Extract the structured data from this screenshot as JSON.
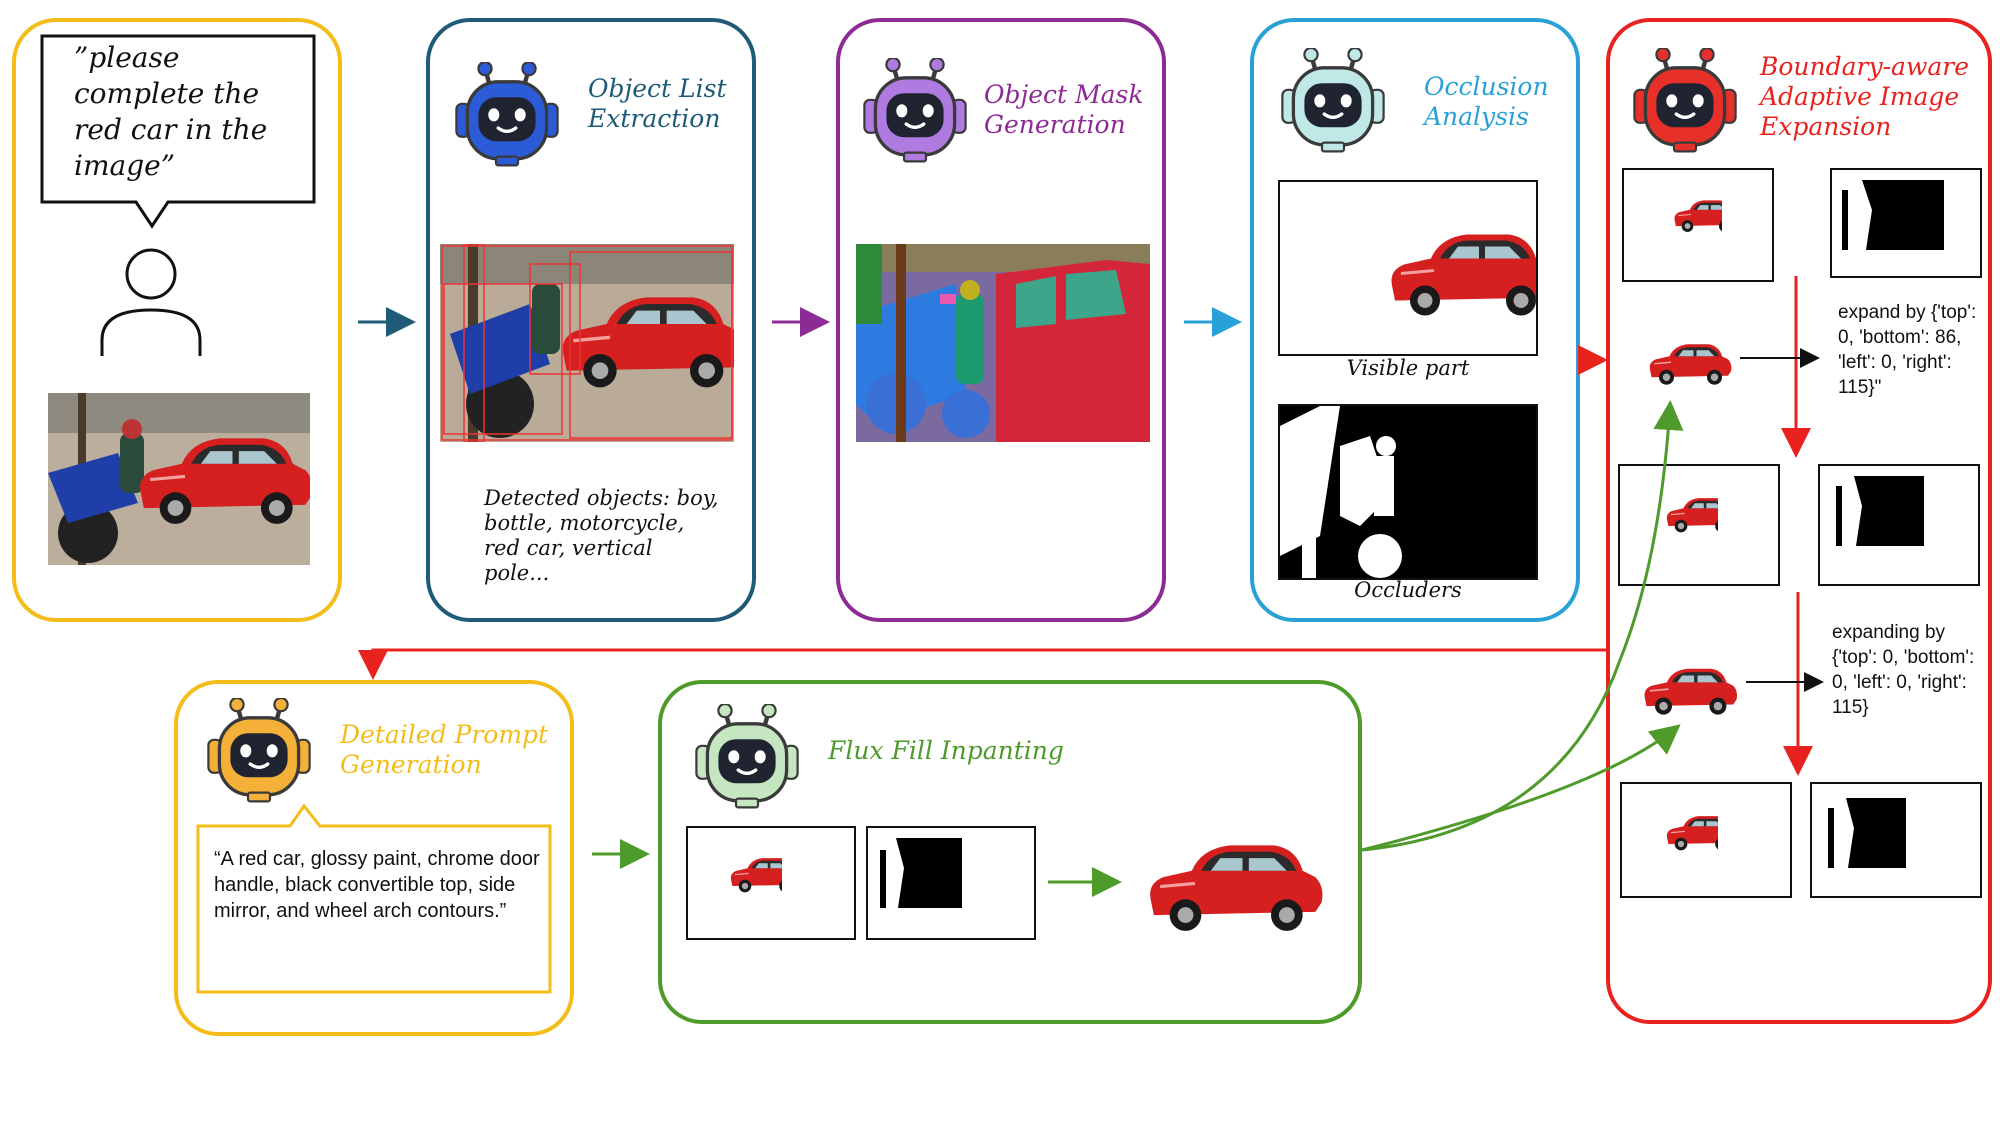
{
  "colors": {
    "user": "#f4bd1a",
    "object_list": "#1f5a78",
    "object_mask": "#8c2b93",
    "occlusion": "#2aa1d6",
    "boundary": "#e8221e",
    "prompt": "#f4bd1a",
    "flux": "#4e9a2a",
    "car_red": "#d61f1f"
  },
  "user_panel": {
    "speech": "”please complete the red car in the image”",
    "user_icon": "user-outline-icon",
    "image": "street-scene-photo"
  },
  "object_list": {
    "title": "Object List Extraction",
    "icon": "robot-icon",
    "image": "detection-boxes-photo",
    "detected_text": "Detected objects: boy, bottle, motorcycle, red car, vertical pole..."
  },
  "object_mask": {
    "title": "Object Mask Generation",
    "icon": "robot-icon",
    "image": "segmentation-mask"
  },
  "occlusion": {
    "title": "Occlusion Analysis",
    "icon": "robot-icon",
    "visible_caption": "Visible part",
    "occluders_caption": "Occluders"
  },
  "boundary": {
    "title": "Boundary-aware Adaptive Image Expansion",
    "icon": "robot-icon",
    "expand_text_1": "expand by {'top': 0, 'bottom': 86, 'left': 0, 'right': 115}\"",
    "expand_text_2": "expanding by {'top': 0, 'bottom': 0, 'left': 0, 'right': 115}"
  },
  "prompt": {
    "title": "Detailed Prompt Generation",
    "icon": "robot-icon",
    "text": "“A red car, glossy paint, chrome door handle, black convertible top, side mirror, and wheel arch contours.”"
  },
  "flux": {
    "title": "Flux Fill Inpanting",
    "icon": "robot-icon"
  }
}
